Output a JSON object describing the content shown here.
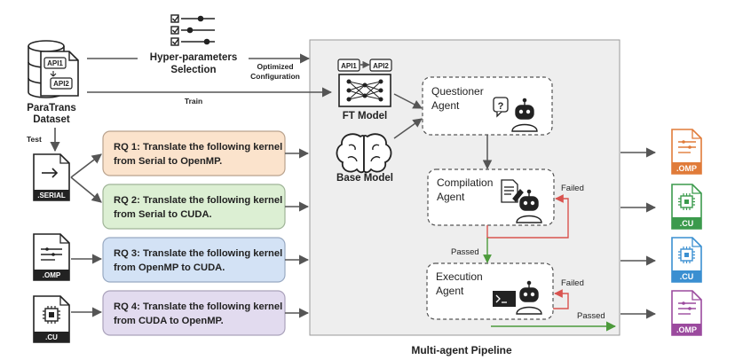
{
  "dataset": {
    "line1": "ParaTrans",
    "line2": "Dataset",
    "api1": "API1",
    "api2": "API2"
  },
  "hyper": {
    "line1": "Hyper-parameters",
    "line2": "Selection"
  },
  "edges": {
    "optimized_line1": "Optimized",
    "optimized_line2": "Configuration",
    "train": "Train",
    "test": "Test",
    "failed_1": "Failed",
    "failed_2": "Failed",
    "passed_1": "Passed",
    "passed_2": "Passed"
  },
  "ft_model": {
    "label": "FT Model",
    "api1": "API1",
    "api2": "API2"
  },
  "base_model": {
    "label": "Base Model"
  },
  "questioner": {
    "line1": "Questioner",
    "line2": "Agent"
  },
  "compilation": {
    "line1": "Compilation",
    "line2": "Agent"
  },
  "execution": {
    "line1": "Execution",
    "line2": "Agent"
  },
  "pipeline": {
    "label": "Multi-agent Pipeline"
  },
  "inputs": {
    "serial": ".SERIAL",
    "omp": ".OMP",
    "cu": ".CU"
  },
  "requests": [
    {
      "line1": "RQ 1: Translate the following kernel",
      "line2": "from Serial to OpenMP.",
      "fill": "#fbe3cc",
      "stroke": "#b9a28d"
    },
    {
      "line1": "RQ 2: Translate the following kernel",
      "line2": "from Serial to CUDA.",
      "fill": "#dcefd3",
      "stroke": "#9fb497"
    },
    {
      "line1": "RQ 3: Translate the following kernel",
      "line2": "from OpenMP to CUDA.",
      "fill": "#d3e2f5",
      "stroke": "#98a9c2"
    },
    {
      "line1": "RQ 4: Translate the following kernel",
      "line2": "from CUDA to OpenMP.",
      "fill": "#e2dbef",
      "stroke": "#aaa2bb"
    }
  ],
  "outputs": [
    {
      "label": ".OMP",
      "color": "#e07b39"
    },
    {
      "label": ".CU",
      "color": "#3b9a4c"
    },
    {
      "label": ".CU",
      "color": "#3a8fd1"
    },
    {
      "label": ".OMP",
      "color": "#9b4a9e"
    }
  ],
  "colors": {
    "arrow": "#555555",
    "failed": "#d9534f",
    "passed": "#4c9a3b",
    "panel": "#eeeeee"
  }
}
